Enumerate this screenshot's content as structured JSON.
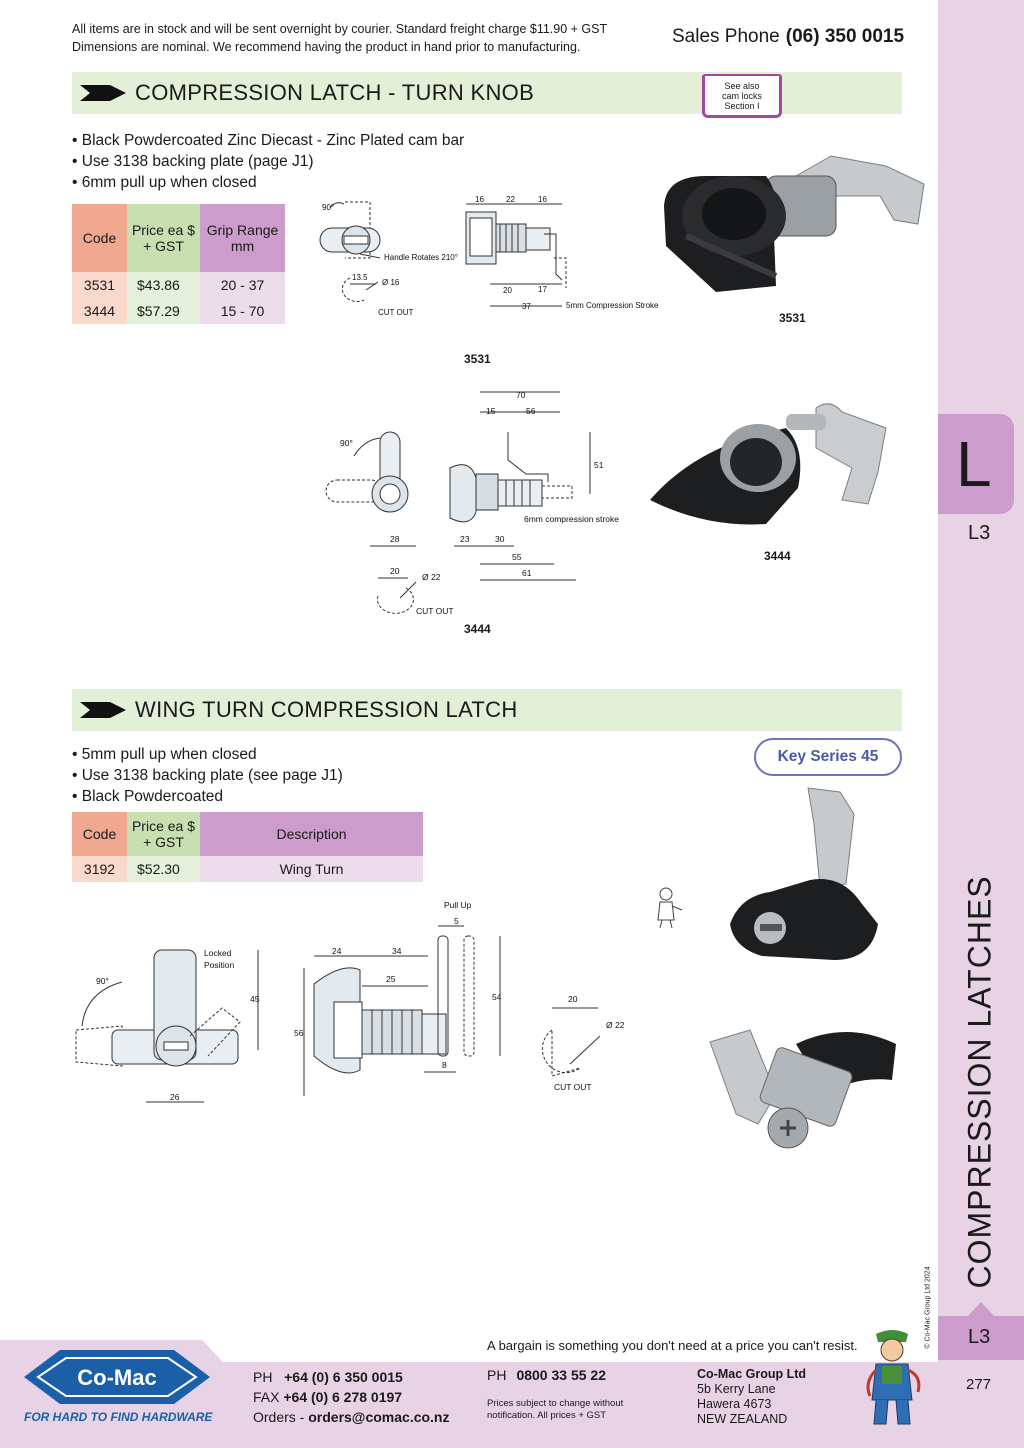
{
  "header": {
    "notice_line1": "All items are in stock and will be sent overnight by courier. Standard freight charge $11.90 + GST",
    "notice_line2": "Dimensions are nominal. We recommend having the product in hand prior to manufacturing.",
    "sales_label": "Sales Phone",
    "sales_number": "(06) 350 0015"
  },
  "side": {
    "letter": "L",
    "section_code": "L3",
    "section_name": "COMPRESSION LATCHES",
    "copyright": "© Co-Mac Group Ltd 2024",
    "section_code_bottom": "L3",
    "page_number": "277"
  },
  "section1": {
    "title": "COMPRESSION LATCH - TURN KNOB",
    "see_also": [
      "See also",
      "cam locks",
      "Section I"
    ],
    "bullets": [
      "• Black Powdercoated Zinc Diecast - Zinc Plated cam bar",
      "• Use 3138 backing plate (page J1)",
      "• 6mm pull up when closed"
    ],
    "table": {
      "headers": [
        "Code",
        "Price ea $ + GST",
        "Grip Range mm"
      ],
      "rows": [
        {
          "code": "3531",
          "price": "$43.86",
          "grip": "20 - 37"
        },
        {
          "code": "3444",
          "price": "$57.29",
          "grip": "15 - 70"
        }
      ]
    },
    "drawing1": {
      "angle": "90°",
      "handle_note": "Handle Rotates 210°",
      "dim_13_5": "13.5",
      "dia": "Ø 16",
      "cutout": "CUT OUT",
      "d16a": "16",
      "d22": "22",
      "d16b": "16",
      "d20": "20",
      "d17": "17",
      "d37": "37",
      "stroke": "5mm Compression Stroke",
      "caption": "3531"
    },
    "photo1_caption": "3531",
    "drawing2": {
      "angle": "90°",
      "d70": "70",
      "d15": "15",
      "d56": "56",
      "d51": "51",
      "d28": "28",
      "d23": "23",
      "d30": "30",
      "d55": "55",
      "d61": "61",
      "d20": "20",
      "dia": "Ø 22",
      "stroke": "6mm compression stroke",
      "cutout": "CUT OUT",
      "caption": "3444"
    },
    "photo2_caption": "3444"
  },
  "section2": {
    "title": "WING TURN COMPRESSION LATCH",
    "key_series": "Key Series 45",
    "bullets": [
      "• 5mm pull up when closed",
      "• Use 3138 backing plate (see page J1)",
      "• Black Powdercoated"
    ],
    "table": {
      "headers": [
        "Code",
        "Price ea $ + GST",
        "Description"
      ],
      "rows": [
        {
          "code": "3192",
          "price": "$52.30",
          "desc": "Wing Turn"
        }
      ]
    },
    "drawing": {
      "angle": "90°",
      "locked": [
        "Locked",
        "Position"
      ],
      "d45": "45",
      "d26": "26",
      "pull_up": "Pull Up",
      "d5": "5",
      "d24": "24",
      "d34": "34",
      "d25": "25",
      "d56": "56",
      "d54": "54",
      "d8": "8",
      "d20": "20",
      "dia": "Ø 22",
      "cutout": "CUT OUT"
    }
  },
  "footer": {
    "bargain": "A bargain is something you don't need at a price you can't resist.",
    "ph_label": "PH",
    "ph": "+64 (0) 6 350 0015",
    "fax_label": "FAX",
    "fax": "+64 (0) 6 278 0197",
    "orders_label": "Orders -",
    "orders": "orders@comac.co.nz",
    "ph2_label": "PH",
    "ph2": "0800 33 55 22",
    "note": "Prices subject to change without notification. All prices + GST",
    "company": "Co-Mac Group Ltd",
    "addr1": "5b Kerry Lane",
    "addr2": "Hawera 4673",
    "addr3": "NEW ZEALAND",
    "logo_text": "Co-Mac",
    "slogan": "FOR HARD TO FIND HARDWARE"
  },
  "colors": {
    "code_header": "#f0a890",
    "price_header": "#c8e0b0",
    "extra_header": "#cc9dcc",
    "section_band": "#e3efd6",
    "side_band": "#e8d3e6",
    "logo_blue": "#1a5fa8"
  }
}
